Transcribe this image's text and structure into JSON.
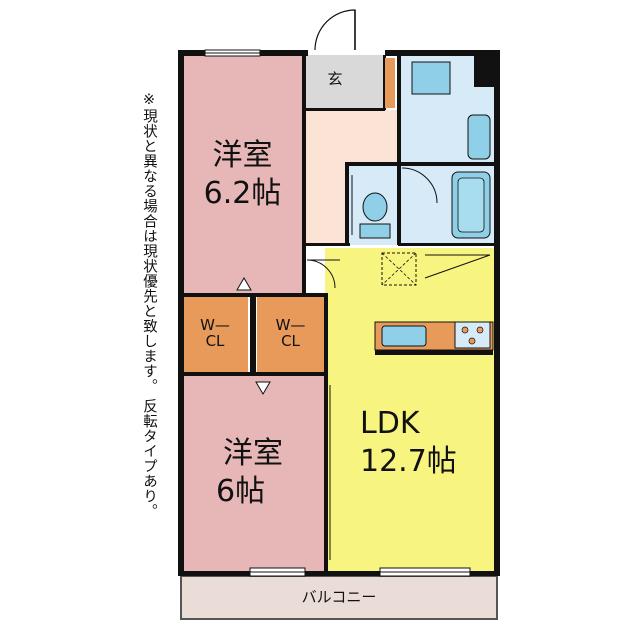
{
  "note": "※現状と異なる場合は現状優先と致します。 反転タイプあり。",
  "rooms": {
    "western1": {
      "name": "洋室",
      "size": "6.2帖"
    },
    "western2": {
      "name": "洋室",
      "size": "6帖"
    },
    "closet1": {
      "label": "W—\nCL"
    },
    "closet2": {
      "label": "W—\nCL"
    },
    "entrance": {
      "label": "玄"
    },
    "ldk": {
      "name": "LDK",
      "size": "12.7帖"
    },
    "balcony": {
      "label": "バルコニー"
    }
  },
  "colors": {
    "western": "#e7b7b8",
    "closet": "#e89a5b",
    "ldk": "#f7f57f",
    "entrance": "#d9d9d9",
    "hall": "#fbe3d6",
    "wet": "#d6eaf7",
    "fixture": "#8fd0e8",
    "balcony": "#eaddd8",
    "wall": "#111111"
  }
}
